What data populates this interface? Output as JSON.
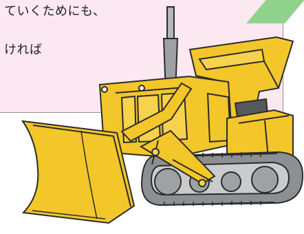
{
  "text": {
    "line1": "ていくためにも、",
    "line2": "ければ"
  },
  "colors": {
    "panel_background": "#fbe8f0",
    "corner_accent": "#8fd28c",
    "body_yellow": "#f3c62a",
    "track_gray": "#8d9092",
    "outline": "#2b2b2b"
  },
  "illustration": {
    "subject": "bulldozer",
    "icon": "bulldozer-icon"
  }
}
